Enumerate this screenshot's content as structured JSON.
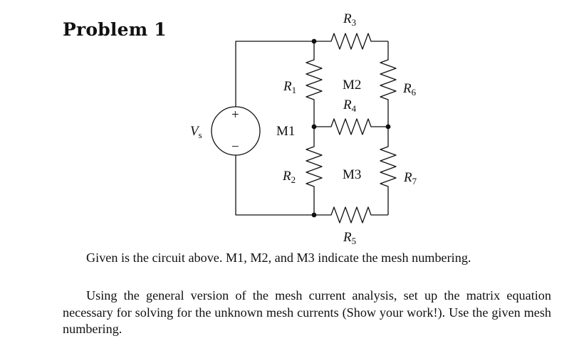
{
  "title": "Problem 1",
  "diagram": {
    "source_label": "V",
    "source_sub": "s",
    "plus_sign": "+",
    "minus_sign": "−",
    "resistors": {
      "r1": {
        "base": "R",
        "sub": "1"
      },
      "r2": {
        "base": "R",
        "sub": "2"
      },
      "r3": {
        "base": "R",
        "sub": "3"
      },
      "r4": {
        "base": "R",
        "sub": "4"
      },
      "r5": {
        "base": "R",
        "sub": "5"
      },
      "r6": {
        "base": "R",
        "sub": "6"
      },
      "r7": {
        "base": "R",
        "sub": "7"
      }
    },
    "meshes": {
      "m1": "M1",
      "m2": "M2",
      "m3": "M3"
    }
  },
  "text": {
    "paragraph1": "Given is the circuit above. M1, M2, and M3 indicate the mesh numbering.",
    "paragraph2": "Using the general version of the mesh current analysis, set up the matrix equation necessary for solving for the unknown mesh currents (Show your work!). Use the given mesh numbering."
  }
}
